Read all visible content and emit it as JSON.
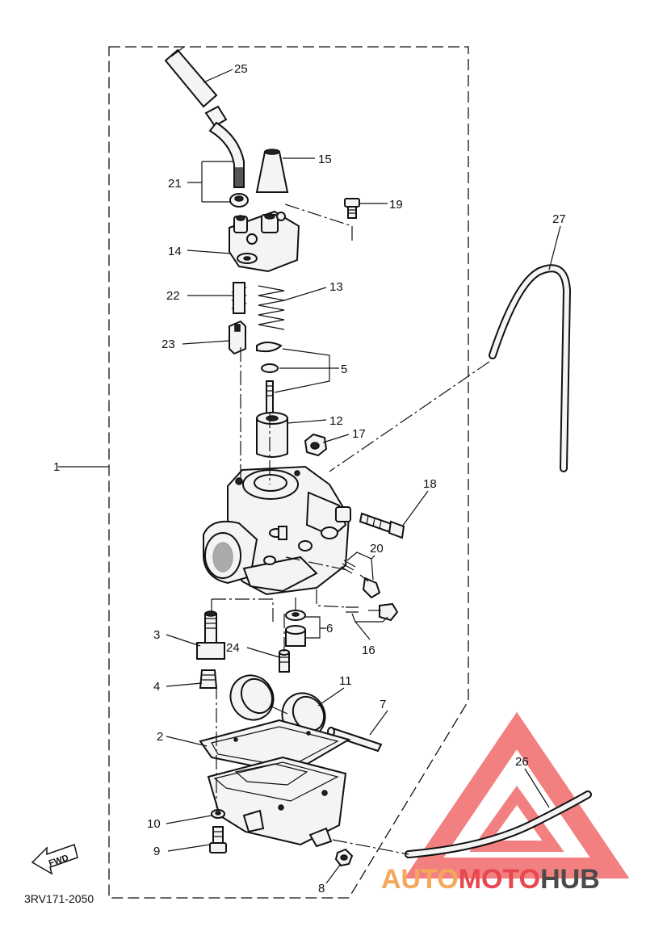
{
  "diagram": {
    "part_code": "3RV171-2050",
    "fwd_label": "FWD",
    "callouts": [
      {
        "id": "1",
        "label": "1"
      },
      {
        "id": "2",
        "label": "2"
      },
      {
        "id": "3",
        "label": "3"
      },
      {
        "id": "4",
        "label": "4"
      },
      {
        "id": "5",
        "label": "5"
      },
      {
        "id": "6",
        "label": "6"
      },
      {
        "id": "7",
        "label": "7"
      },
      {
        "id": "8",
        "label": "8"
      },
      {
        "id": "9",
        "label": "9"
      },
      {
        "id": "10",
        "label": "10"
      },
      {
        "id": "11",
        "label": "11"
      },
      {
        "id": "12",
        "label": "12"
      },
      {
        "id": "13",
        "label": "13"
      },
      {
        "id": "14",
        "label": "14"
      },
      {
        "id": "15",
        "label": "15"
      },
      {
        "id": "16",
        "label": "16"
      },
      {
        "id": "17",
        "label": "17"
      },
      {
        "id": "18",
        "label": "18"
      },
      {
        "id": "19",
        "label": "19"
      },
      {
        "id": "20",
        "label": "20"
      },
      {
        "id": "21",
        "label": "21"
      },
      {
        "id": "22",
        "label": "22"
      },
      {
        "id": "23",
        "label": "23"
      },
      {
        "id": "24",
        "label": "24"
      },
      {
        "id": "25",
        "label": "25"
      },
      {
        "id": "26",
        "label": "26"
      },
      {
        "id": "27",
        "label": "27"
      }
    ]
  },
  "watermark": {
    "brand_part1": "AUTO",
    "brand_part2": "MOTO",
    "brand_part3": "HUB",
    "colors": {
      "orange": "#f5a85a",
      "red": "#e8474f",
      "gray": "#4a4a4a",
      "triangle": "#f26b6b"
    }
  }
}
